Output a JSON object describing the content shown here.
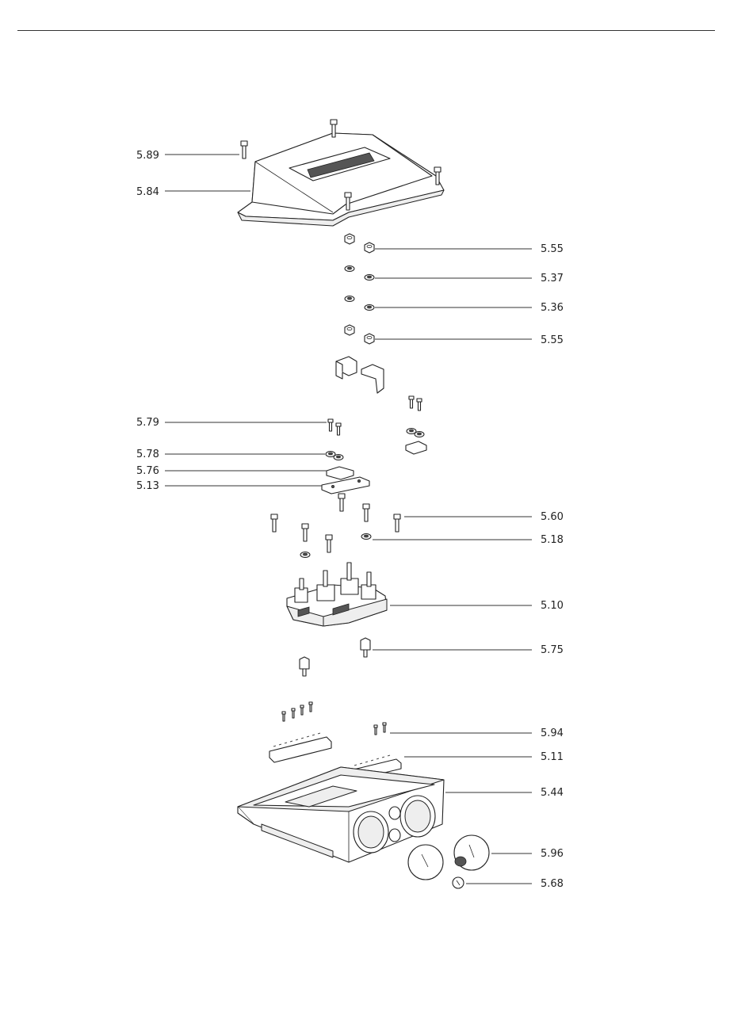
{
  "callouts": {
    "c589": "5.89",
    "c584": "5.84",
    "c555a": "5.55",
    "c537": "5.37",
    "c536": "5.36",
    "c555b": "5.55",
    "c579": "5.79",
    "c578": "5.78",
    "c576": "5.76",
    "c513": "5.13",
    "c560": "5.60",
    "c518": "5.18",
    "c510": "5.10",
    "c575": "5.75",
    "c594": "5.94",
    "c511": "5.11",
    "c544": "5.44",
    "c596": "5.96",
    "c568": "5.68"
  }
}
